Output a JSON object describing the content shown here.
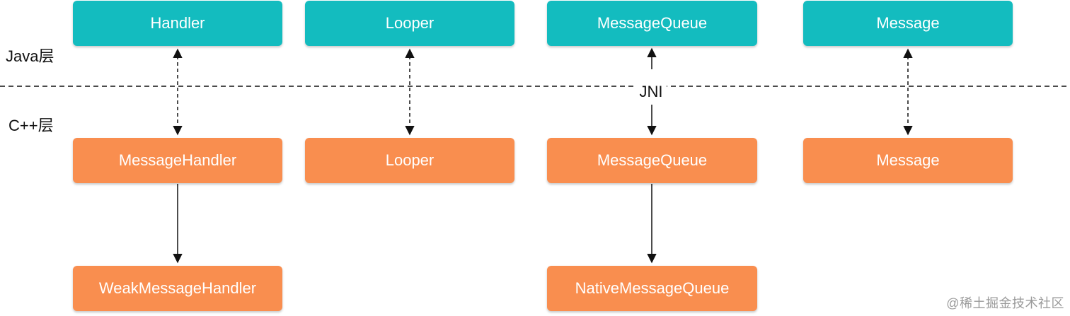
{
  "layers": {
    "java_label": "Java层",
    "cpp_label": "C++层",
    "boundary_label": "JNI"
  },
  "java": {
    "handler": "Handler",
    "looper": "Looper",
    "message_queue": "MessageQueue",
    "message": "Message"
  },
  "cpp": {
    "message_handler": "MessageHandler",
    "looper": "Looper",
    "message_queue": "MessageQueue",
    "message": "Message",
    "weak_message_handler": "WeakMessageHandler",
    "native_message_queue": "NativeMessageQueue"
  },
  "watermark": "@稀土掘金技术社区",
  "colors": {
    "java_box": "#13bcbf",
    "cpp_box": "#f98e4f",
    "line": "#111111"
  }
}
